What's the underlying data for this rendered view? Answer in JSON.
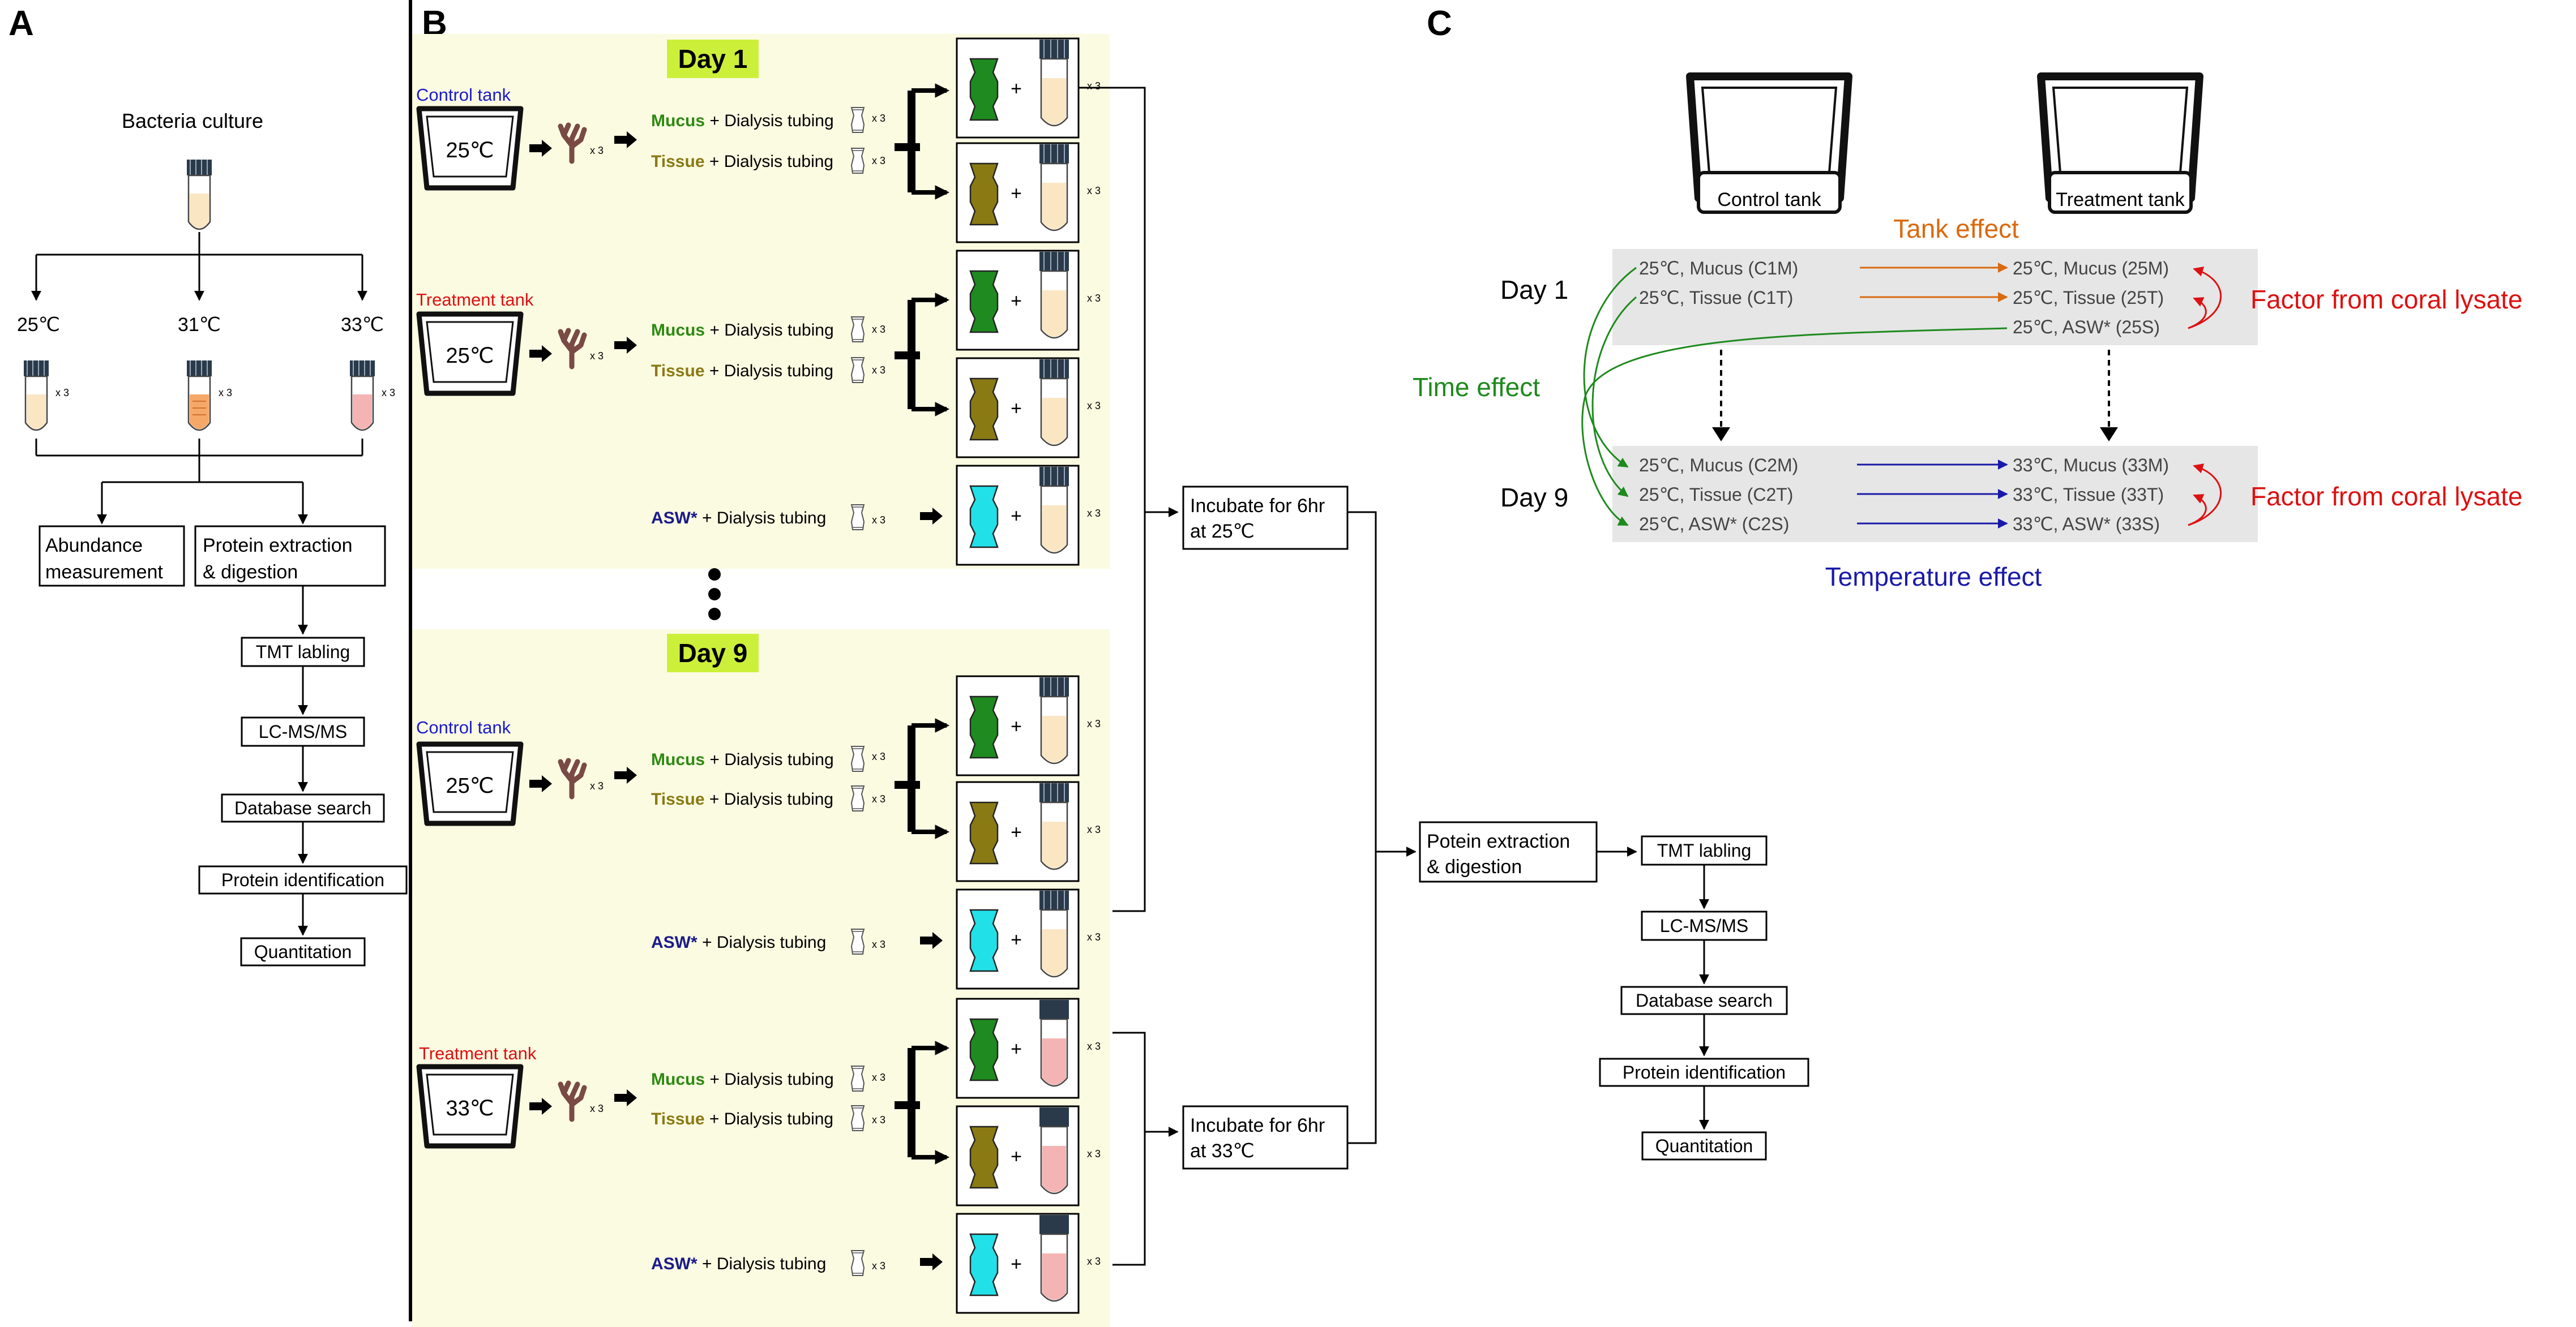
{
  "panels": {
    "a": "A",
    "b": "B",
    "c": "C"
  },
  "panel_a": {
    "culture_title": "Bacteria culture",
    "temps": [
      "25℃",
      "31℃",
      "33℃"
    ],
    "multiplier": "x 3",
    "abundance": [
      "Abundance",
      "measurement"
    ],
    "extraction": [
      "Protein extraction",
      "& digestion"
    ],
    "steps": [
      "TMT labling",
      "LC-MS/MS",
      "Database search",
      "Protein identification",
      "Quantitation"
    ]
  },
  "panel_b": {
    "day1": "Day 1",
    "day9": "Day 9",
    "control_tank": "Control tank",
    "treatment_tank": "Treatment tank",
    "tank_temp_25": "25℃",
    "tank_temp_33": "33℃",
    "multiplier": "x 3",
    "mucus": "Mucus",
    "tissue": "Tissue",
    "asw": "ASW*",
    "dialysis": "+ Dialysis tubing",
    "plus": "+",
    "incubate": "Incubate for 6hr",
    "at25": "at 25℃",
    "at33": "at 33℃",
    "extraction": [
      "Potein extraction",
      "& digestion"
    ],
    "steps": [
      "TMT labling",
      "LC-MS/MS",
      "Database search",
      "Protein identification",
      "Quantitation"
    ]
  },
  "panel_c": {
    "control_tank": "Control tank",
    "treatment_tank": "Treatment tank",
    "tank_effect": "Tank effect",
    "time_effect": "Time effect",
    "temperature_effect": "Temperature effect",
    "factor": "Factor from coral lysate",
    "day1": "Day 1",
    "day9": "Day 9",
    "day1_left": [
      "25℃, Mucus (C1M)",
      "25℃, Tissue (C1T)"
    ],
    "day1_right": [
      "25℃, Mucus (25M)",
      "25℃, Tissue (25T)",
      "25℃, ASW* (25S)"
    ],
    "day9_left": [
      "25℃, Mucus (C2M)",
      "25℃, Tissue (C2T)",
      "25℃, ASW* (C2S)"
    ],
    "day9_right": [
      "33℃, Mucus (33M)",
      "33℃, Tissue (33T)",
      "33℃, ASW* (33S)"
    ]
  },
  "colors": {
    "mucus": "#2e8a12",
    "tissue": "#8a7a14",
    "asw": "#1a1a8a",
    "control": "#1a1acc",
    "treatment": "#dd1111",
    "day_bg": "#fbfbe2",
    "day_label": "#ccf03a",
    "tank_effect": "#d86a10",
    "time_effect": "#1e8a1e",
    "temperature_effect": "#1a1aa8",
    "factor": "#dd1111"
  }
}
